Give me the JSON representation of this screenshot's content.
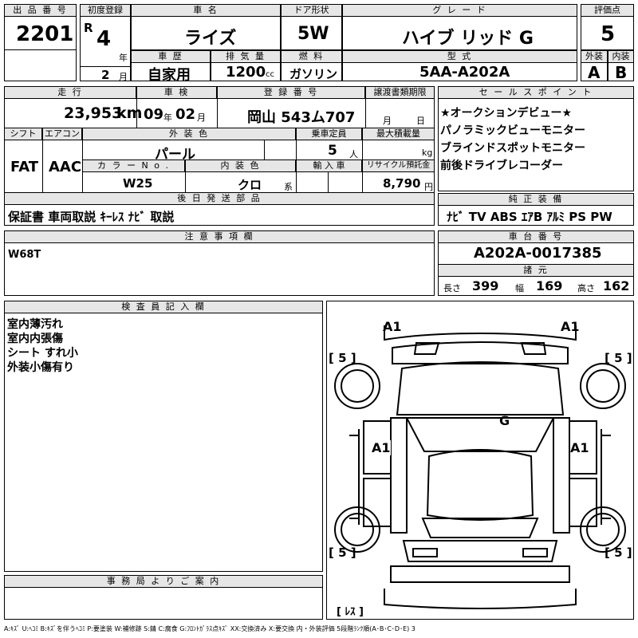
{
  "header": {
    "lot_label": "出 品 番 号",
    "lot": "2201",
    "first_reg_label": "初度登録",
    "era": "R",
    "year": "4",
    "year_unit": "年",
    "month": "2",
    "month_unit": "月",
    "car_name_label": "車 名",
    "car_name": "ライズ",
    "door_label": "ドア形状",
    "door": "5W",
    "grade_label": "グ レ ー ド",
    "grade": "ハイブ リッド G",
    "score_label": "評価点",
    "score": "5",
    "history_label": "車 歴",
    "history": "自家用",
    "displacement_label": "排 気 量",
    "displacement": "1200",
    "displacement_unit": "cc",
    "fuel_label": "燃 料",
    "fuel": "ガソリン",
    "model_label": "型 式",
    "model": "5AA-A202A",
    "exterior_label": "外装",
    "exterior": "A",
    "interior_label": "内装",
    "interior": "B"
  },
  "row2": {
    "mileage_label": "走 行",
    "mileage": "23,953",
    "mileage_unit": "km",
    "inspection_label": "車 検",
    "insp_year": "09",
    "insp_year_unit": "年",
    "insp_month": "02",
    "insp_month_unit": "月",
    "plate_label": "登 録 番 号",
    "plate": "岡山 543ム707",
    "transfer_label": "譲渡書類期限",
    "transfer_month_unit": "月",
    "transfer_day_unit": "日",
    "shift_label": "シフト",
    "shift": "FAT",
    "ac_label": "エアコン",
    "ac": "AAC",
    "color_label": "外 装 色",
    "color": "パール",
    "capacity_label": "乗車定員",
    "capacity": "5",
    "capacity_unit": "人",
    "load_label": "最大積載量",
    "load_unit": "kg",
    "color_no_label": "カ ラ ー N o .",
    "color_no": "W25",
    "int_color_label": "内 装 色",
    "int_color": "クロ",
    "int_color_unit": "系",
    "import_label": "輸 入 車",
    "recycle_label": "リサイクル預託金",
    "recycle": "8,790",
    "recycle_unit": "円",
    "later_label": "後 日 発 送 部 品",
    "later": "保証書 車両取説 ｷｰﾚｽ ﾅﾋﾞ 取説"
  },
  "sales": {
    "label": "セ ー ル ス ポ イ ン ト",
    "points": [
      "★オークションデビュー★",
      "パノラミックビューモニター",
      "ブラインドスポットモニター",
      "前後ドライブレコーダー"
    ]
  },
  "equipment": {
    "label": "純 正 装 備",
    "items": "ﾅﾋﾞ TV ABS ｴｱB ｱﾙﾐ PS PW"
  },
  "notes": {
    "label": "注 意 事 項 欄",
    "text": "W68T"
  },
  "chassis": {
    "label": "車 台 番 号",
    "number": "A202A-0017385"
  },
  "specs": {
    "label": "諸 元",
    "length_label": "長さ",
    "length": "399",
    "width_label": "幅",
    "width": "169",
    "height_label": "高さ",
    "height": "162"
  },
  "inspector": {
    "label": "検 査 員 記 入 欄",
    "lines": [
      "室内薄汚れ",
      "室内内張傷",
      "シート すれ小",
      "外装小傷有り"
    ]
  },
  "office": {
    "label": "事 務 局 よ り ご 案 内"
  },
  "diagram": {
    "marks": {
      "front_left": "A1",
      "front_right": "A1",
      "roof": "G",
      "left_door": "A1",
      "right_door": "A1"
    },
    "tires": {
      "fl": "[ 5 ]",
      "fr": "[ 5 ]",
      "rl": "[ 5 ]",
      "rr": "[ 5 ]",
      "spare": "[ ﾚｽ ]"
    }
  },
  "legend": "A:ｷｽﾞ U:ﾍｺﾐ B:ｷｽﾞを伴うﾍｺﾐ P:要塗装 W:補修跡 S:錆 C:腐食 G:ﾌﾛﾝﾄｶﾞﾗｽ点ｷｽﾞ XX:交換済み X:要交換 内・外装評価 5段階ﾗﾝｸ順(A･B･C･D･E) 3"
}
